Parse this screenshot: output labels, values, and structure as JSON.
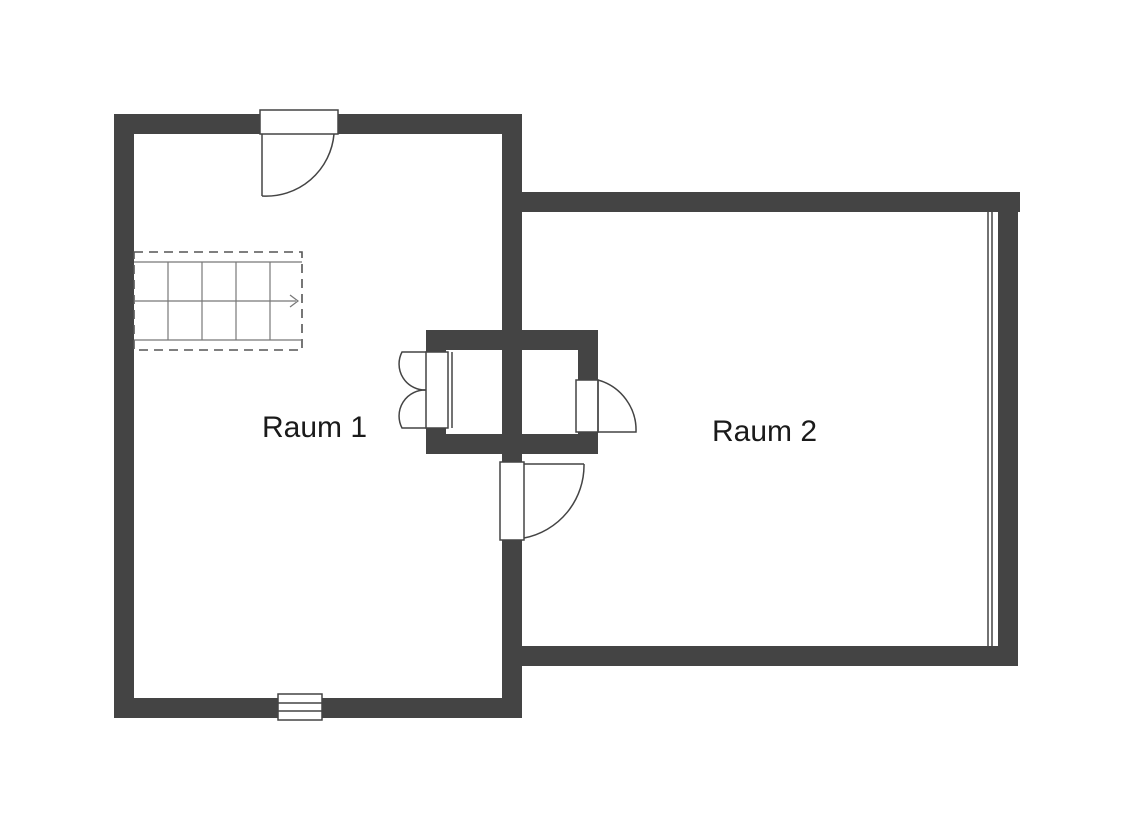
{
  "rooms": [
    {
      "id": "raum-1",
      "label": "Raum 1"
    },
    {
      "id": "raum-2",
      "label": "Raum 2"
    }
  ],
  "colors": {
    "wall": "#444444",
    "background": "#ffffff",
    "label": "#1a1a1a"
  }
}
